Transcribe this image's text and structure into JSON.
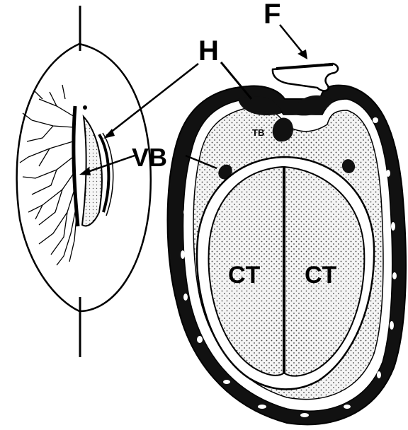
{
  "labels": {
    "f": "F",
    "h": "H",
    "vb": "VB",
    "tb": "TB",
    "ct_left": "CT",
    "ct_right": "CT"
  }
}
